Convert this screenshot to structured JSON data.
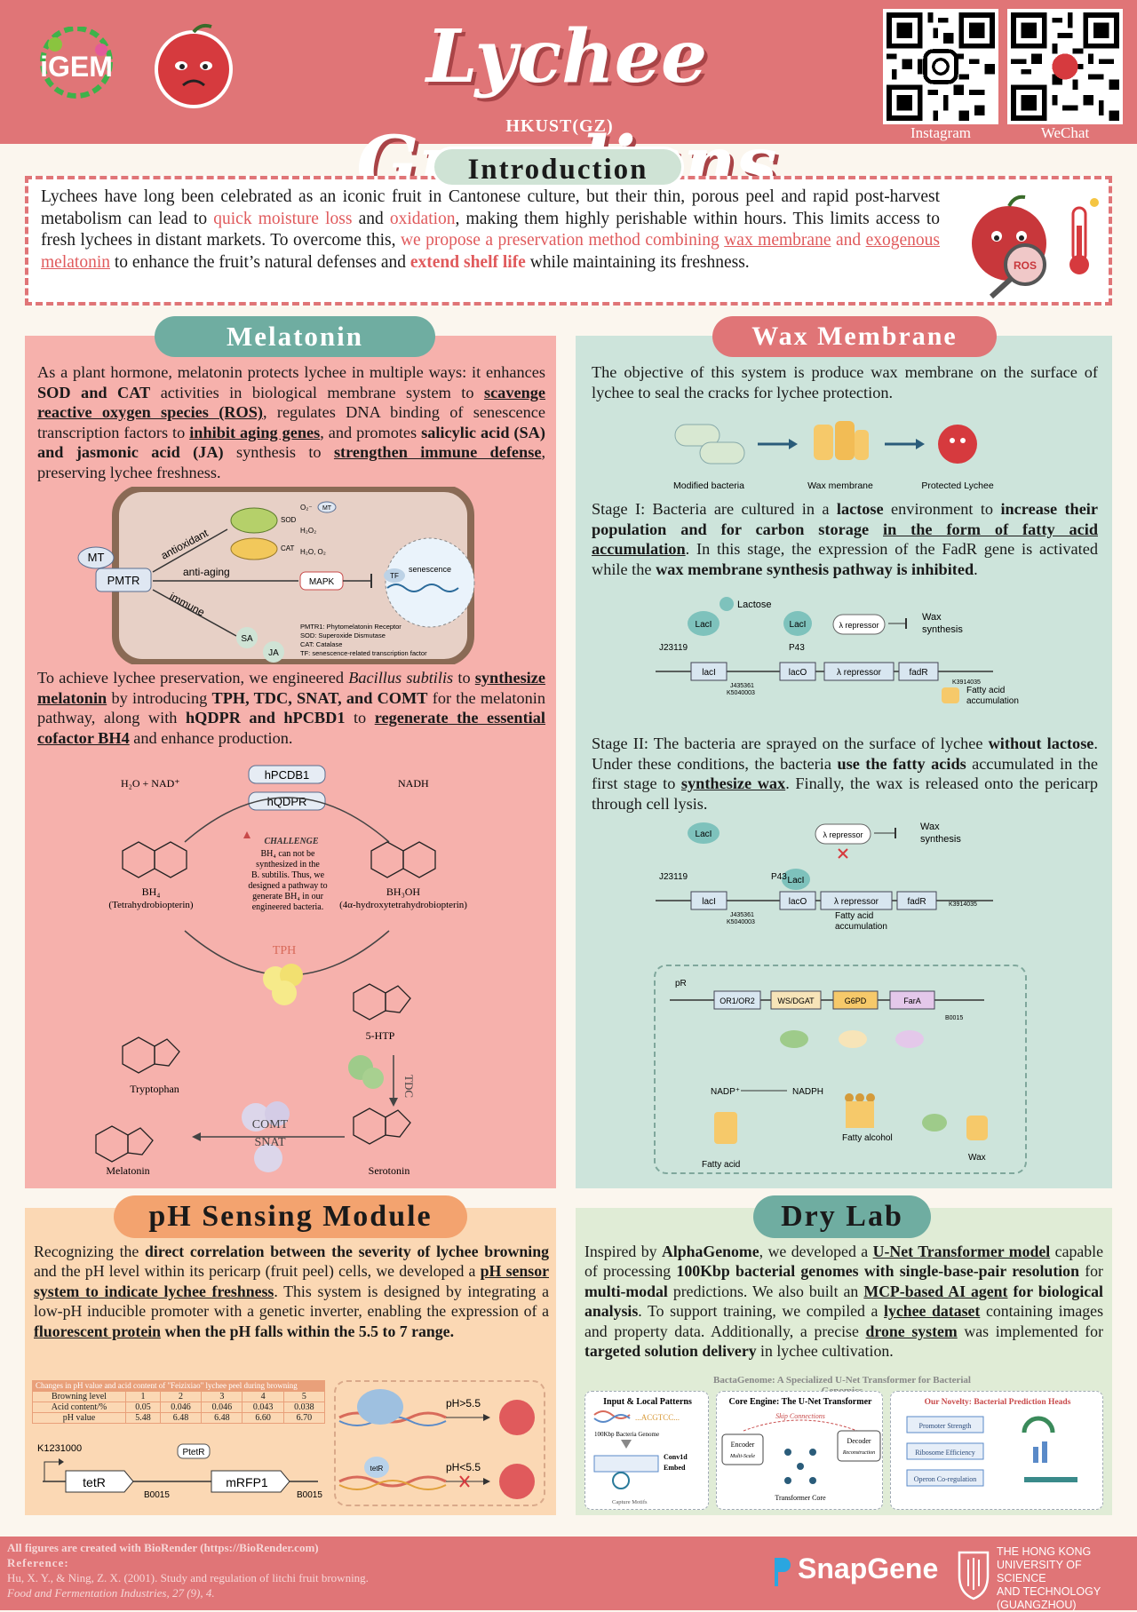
{
  "header": {
    "igem_logo": "iGEM",
    "title": "Lychee Guardians",
    "subtitle": "HKUST(GZ)",
    "qr_instagram_label": "Instagram",
    "qr_wechat_label": "WeChat",
    "color_bg": "#e07577"
  },
  "intro": {
    "title": "Introduction",
    "t1": "Lychees have long been celebrated as an iconic fruit in Cantonese culture, but their thin, porous peel and rapid post-harvest metabolism can lead to ",
    "h1": "quick moisture loss",
    "t2": " and ",
    "h2": "oxidation",
    "t3": ", making them highly perishable within hours. This limits access to fresh lychees in distant markets. To overcome this, ",
    "h3": "we propose a preservation method combining ",
    "u1": "wax membrane",
    "h4": " and ",
    "u2": "exogenous melatonin",
    "t4": " to enhance the fruit’s natural defenses and ",
    "b1": "extend shelf life",
    "t5": " while maintaining its freshness.",
    "ros_label": "ROS"
  },
  "melatonin": {
    "title": "Melatonin",
    "p1": {
      "a": "As a plant hormone, melatonin protects lychee in multiple ways: it enhances ",
      "b": "SOD and CAT",
      "c": " activities in biological membrane system to ",
      "d": "scavenge reactive oxygen species (ROS)",
      "e": ", regulates DNA binding of senescence transcription factors to ",
      "f": "inhibit aging genes",
      "g": ", and promotes ",
      "h": "salicylic acid (SA) and jasmonic acid (JA)",
      "i": " synthesis to ",
      "j": "strengthen immune defense",
      "k": ", preserving lychee freshness."
    },
    "fig1": {
      "mt": "MT",
      "pmtr": "PMTR",
      "antioxidant": "antioxidant",
      "anti_aging": "anti-aging",
      "immune": "immune",
      "sod": "SOD",
      "cat": "CAT",
      "o2": "O₂⁻",
      "mt2": "MT",
      "h2o2": "H₂O₂",
      "h2o": "H₂O, O₂",
      "mapk": "MAPK",
      "tf": "TF",
      "senescence": "senescence",
      "sa": "SA",
      "ja": "JA",
      "legend": [
        "PMTR1: Phytomelatonin Receptor",
        "SOD: Superoxide Dismutase",
        "CAT: Catalase",
        "TF: senescence-related transcription factor"
      ]
    },
    "p2": {
      "a": "To achieve lychee preservation, we engineered ",
      "b": "Bacillus subtilis",
      "c": " to ",
      "d": "synthesize melatonin",
      "e": " by introducing ",
      "f": "TPH, TDC, SNAT, and COMT",
      "g": " for the melatonin pathway, along with ",
      "h": "hQDPR and hPCBD1",
      "i": " to ",
      "j": "regenerate the essential cofactor BH4",
      "k": " and enhance production."
    },
    "fig2": {
      "hpcdb1": "hPCDB1",
      "hqdpr": "hQDPR",
      "h2o_nad": "H₂O + NAD⁺",
      "nadh": "NADH",
      "bh4": "BH₄",
      "bh4_name": "(Tetrahydrobiopterin)",
      "bh3oh": "BH₃OH",
      "bh3oh_name": "(4α-hydroxytetrahydrobiopterin)",
      "challenge_title": "CHALLENGE",
      "challenge_l1": "BH₄ can not be",
      "challenge_l2": "synthesized in the",
      "challenge_l3": "B. subtilis. Thus, we",
      "challenge_l4": "designed a pathway to",
      "challenge_l5": "generate BH₄ in our",
      "challenge_l6": "engineered bacteria.",
      "tph": "TPH",
      "tdc": "TDC",
      "comt": "COMT",
      "snat": "SNAT",
      "tryptophan": "Tryptophan",
      "htp": "5-HTP",
      "serotonin": "Serotonin",
      "melatonin": "Melatonin"
    }
  },
  "wax": {
    "title": "Wax Membrane",
    "p1": "The objective of this system is produce wax membrane on the surface of lychee to seal the cracks for lychee protection.",
    "flow": [
      "Modified bacteria",
      "Wax membrane",
      "Protected Lychee"
    ],
    "s1": {
      "a": "Stage I: Bacteria are cultured in a ",
      "b": "lactose",
      "c": " environment to ",
      "d": "increase their population and for carbon storage ",
      "e": "in the form of fatty acid accumulation",
      "f": ". In this stage, the expression of the FadR gene is activated while the ",
      "g": "wax membrane synthesis pathway is inhibited",
      "h": "."
    },
    "c1": {
      "lactose": "Lactose",
      "laci": "LacI",
      "laci2": "LacI",
      "rep": "λ repressor",
      "wax": "Wax",
      "synthesis": "synthesis",
      "j23119": "J23119",
      "p43": "P43",
      "laci_gene": "lacI",
      "term": "J435361",
      "term2": "K5040003",
      "laco": "lacO",
      "rep_gene": "λ repressor",
      "fadr": "fadR",
      "k39": "K3914035",
      "fatty": "Fatty acid",
      "accum": "accumulation"
    },
    "s2": {
      "a": "Stage II: The bacteria are sprayed on the surface of lychee ",
      "b": "without lactose",
      "c": ". Under these conditions, the bacteria ",
      "d": "use the fatty acids",
      "e": " accumulated in the first stage to ",
      "f": "synthesize wax",
      "g": ". Finally, the wax is released onto the pericarp through cell lysis."
    },
    "c2": {
      "laci": "LacI",
      "laci2": "LacI",
      "rep": "λ repressor",
      "wax": "Wax",
      "synthesis": "synthesis",
      "j23119": "J23119",
      "p43": "P43",
      "laci_gene": "lacI",
      "term": "J435361",
      "term2": "K5040003",
      "laco": "lacO",
      "rep_gene": "λ repressor",
      "fadr": "fadR",
      "k39": "K3914035",
      "fatty": "Fatty acid",
      "accum": "accumulation",
      "pr": "pR",
      "or": "OR1/OR2",
      "ws": "WS/DGAT",
      "g6pd": "G6PD",
      "fara": "FarA",
      "b0015": "B0015",
      "nadp": "NADP⁺",
      "nadph": "NADPH",
      "falc": "Fatty alcohol",
      "facid": "Fatty acid",
      "waxo": "Wax"
    }
  },
  "ph": {
    "title": "pH Sensing Module",
    "p": {
      "a": "Recognizing the ",
      "b": "direct correlation between the severity of lychee browning",
      "c": " and the pH level within its pericarp (fruit peel) cells, we developed a ",
      "d": "pH sensor system to indicate lychee freshness",
      "e": ". This system is designed by integrating a low-pH inducible promoter with a genetic inverter, enabling the expression of a ",
      "f": "fluorescent protein",
      "g": " when the pH falls within the 5.5 to 7 range."
    },
    "table": {
      "caption": "Changes in pH value and acid content of \"Feizixiao\" lychee peel during browning",
      "rows": [
        [
          "Browning level",
          "1",
          "2",
          "3",
          "4",
          "5"
        ],
        [
          "Acid content/%",
          "0.05",
          "0.046",
          "0.046",
          "0.043",
          "0.038"
        ],
        [
          "pH value",
          "5.48",
          "6.48",
          "6.48",
          "6.60",
          "6.70"
        ]
      ]
    },
    "circuit": {
      "k": "K1231000",
      "tetr": "tetR",
      "b1": "B0015",
      "ptetr": "PtetR",
      "mrfp": "mRFP1",
      "b2": "B0015"
    },
    "mech": {
      "gt": "pH>5.5",
      "lt": "pH<5.5",
      "tetr": "tetR"
    }
  },
  "dry": {
    "title": "Dry Lab",
    "p": {
      "a": "Inspired by ",
      "b": "AlphaGenome",
      "c": ", we developed a ",
      "d": "U-Net Transformer model",
      "e": " capable of processing ",
      "f": "100Kbp bacterial genomes with single-base-pair resolution",
      "g": " for ",
      "h": "multi-modal",
      "i": " predictions. We also built an ",
      "j": "MCP-based AI agent",
      "k": " for biological analysis",
      "l": ". To support training, we compiled a ",
      "m": "lychee dataset",
      "n": " containing images and property data. Additionally, a precise ",
      "o": "drone system",
      "p2": " was implemented for ",
      "q": "targeted",
      "r": " solution delivery",
      "s": " in lychee cultivation."
    },
    "fig": {
      "title": "BactaGenome: A Specialized U-Net Transformer for Bacterial Genomics",
      "col1": "Input & Local Patterns",
      "seq": "...ACGTCC...",
      "genome": "100Kbp Bacteria Genome",
      "conv": "Conv1d",
      "embed": "Embed",
      "capture": "Capture Motifs",
      "col2": "Core Engine: The U-Net Transformer",
      "skip": "Skip Connections",
      "encoder": "Encoder",
      "multiscale": "Multi-Scale",
      "decoder": "Decoder",
      "recon": "Reconstruction",
      "core": "Transformer Core",
      "col3": "Our Novelty: Bacterial Prediction Heads",
      "h1": "Promoter Strength",
      "h2": "Ribosome Efficiency",
      "h3": "Operon Co-regulation"
    }
  },
  "footer": {
    "l1": "All figures are created with BioRender (https://BioRender.com)",
    "l2": "Reference:",
    "l3": "Hu, X. Y., & Ning, Z. X. (2001). Study and regulation of litchi fruit browning.",
    "l4": "Food and Fermentation Industries, 27 (9), 4.",
    "snapgene": "SnapGene",
    "hkust": [
      "THE HONG KONG",
      "UNIVERSITY OF SCIENCE",
      "AND TECHNOLOGY",
      "(GUANGZHOU)"
    ]
  }
}
